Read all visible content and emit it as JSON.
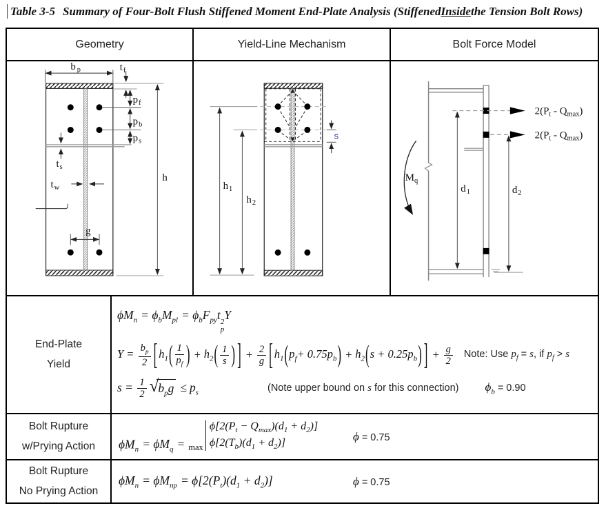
{
  "colors": {
    "border": "#000000",
    "structure_line": "#777777",
    "dim_line": "#444444",
    "extension_line": "#999999",
    "bolt": "#000000",
    "s_label_blue": "#2f3a93"
  },
  "title": {
    "label": "Table 3-5",
    "before": "Summary of Four-Bolt Flush Stiffened Moment End-Plate Analysis (Stiffened ",
    "underlined": "Inside",
    "after": " the Tension Bolt Rows)"
  },
  "header": {
    "geometry": "Geometry",
    "yield_line": "Yield-Line Mechanism",
    "bolt_force": "Bolt Force Model"
  },
  "sym": {
    "lb": "[",
    "rb": "]",
    "lp": "(",
    "rp": ")",
    "plus": "+",
    "sqrt": "√",
    "leq": "≤"
  },
  "geometry_labels": {
    "bp": "b",
    "bp_sub": "p",
    "tf": "t",
    "tf_sub": "f",
    "pf": "p",
    "pf_sub": "f",
    "pb": "p",
    "pb_sub": "b",
    "ps": "p",
    "ps_sub": "s",
    "ts": "t",
    "ts_sub": "s",
    "tw": "t",
    "tw_sub": "w",
    "g": "g",
    "h": "h"
  },
  "yield_labels": {
    "h1": "h",
    "h1_sub": "1",
    "h2": "h",
    "h2_sub": "2",
    "s": "s"
  },
  "bolt_labels": {
    "force_pre": "2(P",
    "force_sub1": "t",
    "force_mid": " - Q",
    "force_sub2": "max",
    "force_post": ")",
    "mq": "M",
    "mq_sub": "q",
    "d1": "d",
    "d1_sub": "1",
    "d2": "d",
    "d2_sub": "2"
  },
  "end_plate_yield": {
    "label1": "End-Plate",
    "label2": "Yield",
    "eq1": {
      "a": "ϕM",
      "a_sub": "n",
      "b": "= ϕ",
      "b_sub": "b",
      "c": "M",
      "c_sub": "pl",
      "d": "= ϕ",
      "d_sub": "b",
      "e": "F",
      "e_sub": "py",
      "f": "t",
      "f_sup": "2",
      "f_sub": "p",
      "g": "Y"
    },
    "eq2": {
      "lhs": "Y =",
      "f1n": "b",
      "f1n_sub": "p",
      "f1d": "2",
      "h1": "h",
      "h1_sub": "1",
      "one": "1",
      "pf": "p",
      "pf_sub": "f",
      "h2": "h",
      "h2_sub": "2",
      "s": "s",
      "f2n": "2",
      "f2d": "g",
      "g1a": "p",
      "g1a_sub": "f",
      "g1b": "+ 0.75p",
      "g1b_sub": "b",
      "g2a": "s + 0.25p",
      "g2a_sub": "b",
      "f3n": "g",
      "f3d": "2"
    },
    "note": {
      "a": "Note:  Use ",
      "pf": "p",
      "pf_sub": "f",
      "b": " = ",
      "s1": "s",
      "c": ", if ",
      "pf2": "p",
      "pf2_sub": "f",
      "d": " > ",
      "s2": "s"
    },
    "eq3": {
      "lhs": "s =",
      "f1n": "1",
      "f1d": "2",
      "rad": "b",
      "rad_sub": "p",
      "rad2": "g",
      "ps": "p",
      "ps_sub": "s",
      "note1": "(Note upper bound on ",
      "note_s": "s",
      "note2": " for this connection)",
      "phib_sym": "ϕ",
      "phib_sub": "b",
      "phib_val": "= 0.90"
    }
  },
  "prying": {
    "label1": "Bolt Rupture",
    "label2": "w/Prying Action",
    "eq": {
      "a": "ϕM",
      "a_sub": "n",
      "b": "= ϕM",
      "b_sub": "q",
      "c": "=",
      "max": "max",
      "l1a": "ϕ[2(P",
      "l1a_sub": "t",
      "l1b": " − Q",
      "l1b_sub": "max",
      "l1c": ")(d",
      "l1c_sub": "1",
      "l1d": " + d",
      "l1d_sub": "2",
      "l1e": ")]",
      "l2a": "ϕ[2(T",
      "l2a_sub": "b",
      "l2b": ")(d",
      "l2b_sub": "1",
      "l2c": " + d",
      "l2c_sub": "2",
      "l2d": ")]"
    },
    "phi_sym": "ϕ",
    "phi_val": "= 0.75"
  },
  "no_prying": {
    "label1": "Bolt Rupture",
    "label2": "No Prying Action",
    "eq": {
      "a": "ϕM",
      "a_sub": "n",
      "b": "= ϕM",
      "b_sub": "np",
      "c": "= ϕ[2(P",
      "c_sub": "t",
      "d": ")(d",
      "d_sub": "1",
      "e": " + d",
      "e_sub": "2",
      "f": ")]"
    },
    "phi_sym": "ϕ",
    "phi_val": "= 0.75"
  }
}
